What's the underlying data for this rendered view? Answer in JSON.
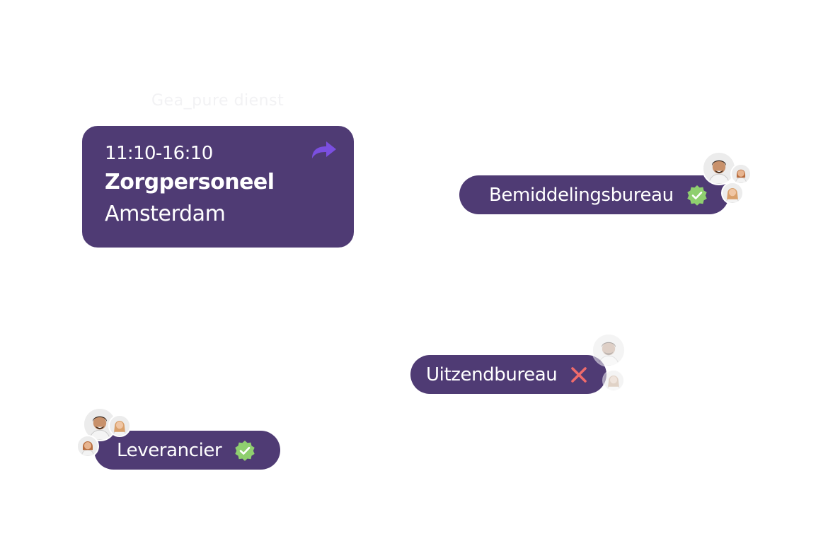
{
  "header_faint": "Gea_pure dienst",
  "shift": {
    "time": "11:10-16:10",
    "role": "Zorgpersoneel",
    "city": "Amsterdam",
    "share_icon": "share-arrow-icon"
  },
  "tags": [
    {
      "label": "Bemiddelingsbureau",
      "status": "approved",
      "status_icon": "verified-badge-icon"
    },
    {
      "label": "Uitzendbureau",
      "status": "rejected",
      "status_icon": "close-x-icon"
    },
    {
      "label": "Leverancier",
      "status": "approved",
      "status_icon": "verified-badge-icon"
    }
  ],
  "colors": {
    "card_background": "#4f3b74",
    "text": "#ffffff",
    "accent_purple": "#7b4fe0",
    "approved_green": "#8fcf6f",
    "rejected_red": "#ef6b6b"
  }
}
